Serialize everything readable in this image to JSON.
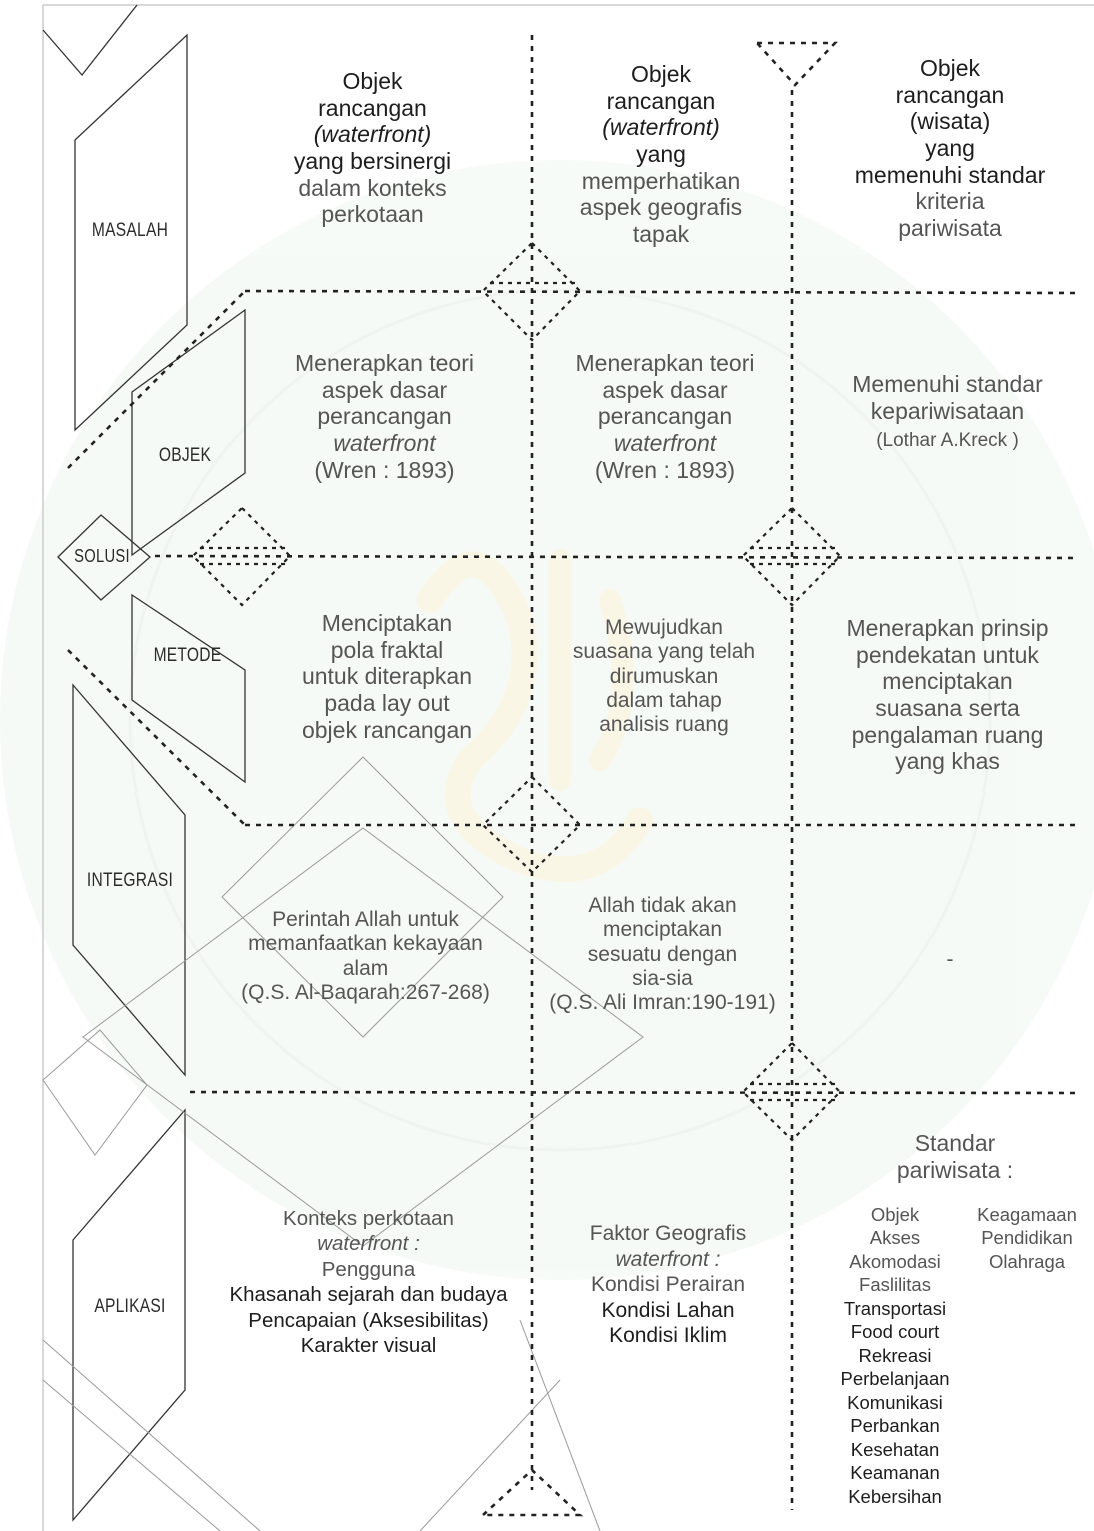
{
  "row_labels": {
    "masalah": "MASALAH",
    "objek": "OBJEK",
    "solusi": "SOLUSI",
    "metode": "METODE",
    "integrasi": "INTEGRASI",
    "aplikasi": "APLIKASI"
  },
  "masalah": {
    "col1": [
      {
        "t": "Objek",
        "s": "dark"
      },
      {
        "t": "rancangan",
        "s": "dark"
      },
      {
        "t": "(waterfront)",
        "s": "dark-it"
      },
      {
        "t": "yang bersinergi",
        "s": "dark"
      },
      {
        "t": "dalam konteks",
        "s": "grey"
      },
      {
        "t": "perkotaan",
        "s": "grey"
      }
    ],
    "col2": [
      {
        "t": "Objek",
        "s": "dark"
      },
      {
        "t": "rancangan",
        "s": "dark"
      },
      {
        "t": "(waterfront)",
        "s": "dark-it"
      },
      {
        "t": "yang",
        "s": "dark"
      },
      {
        "t": "memperhatikan",
        "s": "grey"
      },
      {
        "t": "aspek geografis",
        "s": "grey"
      },
      {
        "t": "tapak",
        "s": "grey"
      }
    ],
    "col3": [
      {
        "t": "Objek",
        "s": "dark"
      },
      {
        "t": "rancangan",
        "s": "dark"
      },
      {
        "t": "(wisata)",
        "s": "dark"
      },
      {
        "t": "yang",
        "s": "dark"
      },
      {
        "t": "memenuhi standar",
        "s": "dark"
      },
      {
        "t": "kriteria",
        "s": "grey"
      },
      {
        "t": "pariwisata",
        "s": "grey"
      }
    ]
  },
  "objek": {
    "col1": [
      {
        "t": "Menerapkan teori",
        "s": "grey"
      },
      {
        "t": "aspek dasar",
        "s": "grey"
      },
      {
        "t": "perancangan",
        "s": "grey"
      },
      {
        "t": "waterfront",
        "s": "grey-it"
      },
      {
        "t": "(Wren : 1893)",
        "s": "grey"
      }
    ],
    "col2": [
      {
        "t": "Menerapkan teori",
        "s": "grey"
      },
      {
        "t": "aspek dasar",
        "s": "grey"
      },
      {
        "t": "perancangan",
        "s": "grey"
      },
      {
        "t": "waterfront",
        "s": "grey-it"
      },
      {
        "t": "(Wren : 1893)",
        "s": "grey"
      }
    ],
    "col3_main": [
      {
        "t": "Memenuhi standar",
        "s": "grey"
      },
      {
        "t": "kepariwisataan",
        "s": "grey"
      }
    ],
    "col3_ref": "(Lothar A.Kreck )"
  },
  "metode": {
    "col1": [
      {
        "t": "Menciptakan",
        "s": "grey"
      },
      {
        "t": "pola fraktal",
        "s": "grey"
      },
      {
        "t": "untuk diterapkan",
        "s": "grey"
      },
      {
        "t": "pada lay out",
        "s": "grey"
      },
      {
        "t": "objek rancangan",
        "s": "grey"
      }
    ],
    "col2": [
      {
        "t": "Mewujudkan",
        "s": "grey"
      },
      {
        "t": "suasana yang telah",
        "s": "grey"
      },
      {
        "t": "dirumuskan",
        "s": "grey"
      },
      {
        "t": "dalam tahap",
        "s": "grey"
      },
      {
        "t": "analisis ruang",
        "s": "grey"
      }
    ],
    "col3": [
      {
        "t": "Menerapkan prinsip",
        "s": "grey"
      },
      {
        "t": "pendekatan untuk",
        "s": "grey"
      },
      {
        "t": "menciptakan",
        "s": "grey"
      },
      {
        "t": "suasana serta",
        "s": "grey"
      },
      {
        "t": "pengalaman ruang",
        "s": "grey"
      },
      {
        "t": "yang khas",
        "s": "grey"
      }
    ]
  },
  "integrasi": {
    "col1": [
      {
        "t": "Perintah Allah untuk",
        "s": "grey"
      },
      {
        "t": "memanfaatkan kekayaan",
        "s": "grey"
      },
      {
        "t": "alam",
        "s": "grey"
      },
      {
        "t": "(Q.S. Al-Baqarah:267-268)",
        "s": "grey"
      }
    ],
    "col2": [
      {
        "t": "Allah tidak akan",
        "s": "grey"
      },
      {
        "t": "menciptakan",
        "s": "grey"
      },
      {
        "t": "sesuatu dengan",
        "s": "grey"
      },
      {
        "t": "sia-sia",
        "s": "grey"
      },
      {
        "t": "(Q.S. Ali Imran:190-191)",
        "s": "grey"
      }
    ],
    "col3": "-"
  },
  "aplikasi": {
    "col1": [
      {
        "t": "Konteks perkotaan",
        "s": "grey"
      },
      {
        "t": "waterfront :",
        "s": "grey-it"
      },
      {
        "t": "Pengguna",
        "s": "grey"
      },
      {
        "t": "Khasanah sejarah dan budaya",
        "s": "dark"
      },
      {
        "t": "Pencapaian (Aksesibilitas)",
        "s": "dark"
      },
      {
        "t": "Karakter visual",
        "s": "dark"
      }
    ],
    "col2": [
      {
        "t": "Faktor Geografis",
        "s": "grey"
      },
      {
        "t": "waterfront :",
        "s": "grey-it"
      },
      {
        "t": "Kondisi Perairan",
        "s": "grey"
      },
      {
        "t": "Kondisi Lahan",
        "s": "dark"
      },
      {
        "t": "Kondisi Iklim",
        "s": "dark"
      }
    ],
    "col3_title": [
      {
        "t": "Standar",
        "s": "grey"
      },
      {
        "t": "pariwisata :",
        "s": "grey"
      }
    ],
    "col3_list_a": [
      {
        "t": "Objek",
        "s": "grey"
      },
      {
        "t": "Akses",
        "s": "grey"
      },
      {
        "t": "Akomodasi",
        "s": "grey"
      },
      {
        "t": "Faslilitas",
        "s": "grey"
      },
      {
        "t": "Transportasi",
        "s": "dark"
      },
      {
        "t": "Food court",
        "s": "dark"
      },
      {
        "t": "Rekreasi",
        "s": "dark"
      },
      {
        "t": "Perbelanjaan",
        "s": "dark"
      },
      {
        "t": "Komunikasi",
        "s": "dark"
      },
      {
        "t": "Perbankan",
        "s": "dark"
      },
      {
        "t": "Kesehatan",
        "s": "dark"
      },
      {
        "t": "Keamanan",
        "s": "dark"
      },
      {
        "t": "Kebersihan",
        "s": "dark"
      }
    ],
    "col3_list_b": [
      {
        "t": "Keagamaan",
        "s": "grey"
      },
      {
        "t": "Pendidikan",
        "s": "grey"
      },
      {
        "t": "Olahraga",
        "s": "grey"
      }
    ]
  }
}
